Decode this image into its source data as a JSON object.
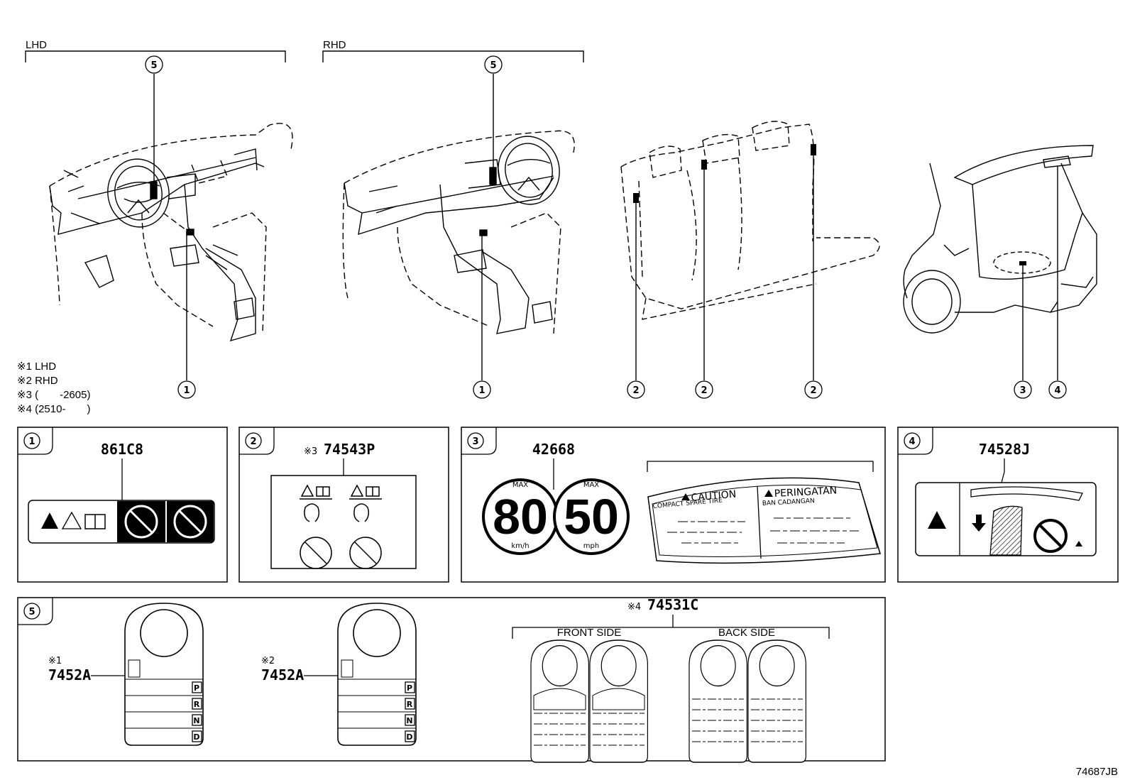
{
  "views": {
    "lhd_label": "LHD",
    "rhd_label": "RHD"
  },
  "callouts": {
    "c1": "①",
    "c2": "②",
    "c3": "③",
    "c4": "④",
    "c5": "⑤"
  },
  "notes": [
    "※1 LHD",
    "※2 RHD",
    "※3 (　　-2605)",
    "※4 (2510-　　)"
  ],
  "panels": {
    "p1": {
      "part_no": "861C8"
    },
    "p2": {
      "prefix": "※3",
      "part_no": "74543P"
    },
    "p3": {
      "part_no": "42668",
      "speed1": "80",
      "unit1": "km/h",
      "speed2": "50",
      "unit2": "mph",
      "max": "MAX",
      "caution": "CAUTION",
      "caution_sub": "COMPACT SPARE TIRE",
      "peringatan": "PERINGATAN",
      "peringatan_sub": "BAN CADANGAN"
    },
    "p4": {
      "part_no": "74528J"
    },
    "p5": {
      "left": {
        "prefix": "※1",
        "part_no": "7452A"
      },
      "mid": {
        "prefix": "※2",
        "part_no": "7452A"
      },
      "right": {
        "prefix": "※4",
        "part_no": "74531C",
        "front": "FRONT SIDE",
        "back": "BACK SIDE"
      },
      "gears": [
        "P",
        "R",
        "N",
        "D"
      ]
    }
  },
  "figure_code": "74687JB"
}
